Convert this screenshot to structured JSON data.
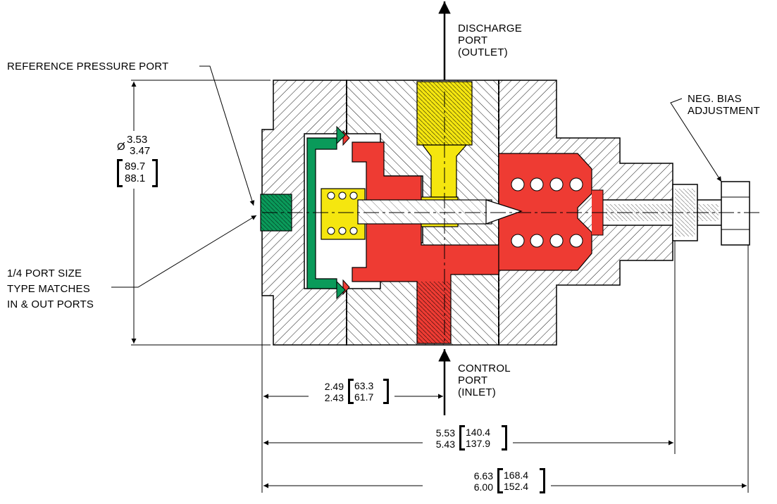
{
  "labels": {
    "discharge": [
      "DISCHARGE",
      "PORT",
      "(OUTLET)"
    ],
    "reference": "REFERENCE PRESSURE PORT",
    "neg_bias": [
      "NEG. BIAS",
      "ADJUSTMENT"
    ],
    "port_size": [
      "1/4 PORT SIZE",
      "TYPE MATCHES",
      "IN & OUT PORTS"
    ],
    "control": [
      "CONTROL",
      "PORT",
      "(INLET)"
    ]
  },
  "dimensions": {
    "diameter": {
      "symbol": "Ø",
      "max": "3.53",
      "min": "3.47",
      "mm_max": "89.7",
      "mm_min": "88.1"
    },
    "control_port": {
      "max": "2.49",
      "min": "2.43",
      "mm_max": "63.3",
      "mm_min": "61.7"
    },
    "body_length": {
      "max": "5.53",
      "min": "5.43",
      "mm_max": "140.4",
      "mm_min": "137.9"
    },
    "overall_length": {
      "max": "6.63",
      "min": "6.00",
      "mm_max": "168.4",
      "mm_min": "152.4"
    }
  },
  "colors": {
    "discharge_passage": "#f5e60f",
    "control_passage": "#ee3b33",
    "reference_port": "#0a9a5a",
    "line": "#000000",
    "hatch": "#000000"
  }
}
